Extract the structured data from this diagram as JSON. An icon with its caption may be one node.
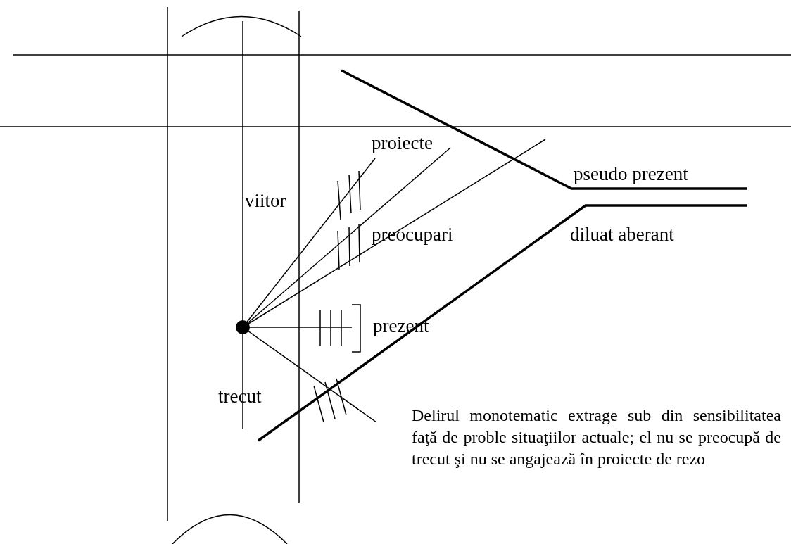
{
  "diagram": {
    "labels": [
      "proiecte",
      "pseudo prezent",
      "viitor",
      "preocupari",
      "diluat aberant",
      "prezent",
      "trecut",
      "Delirul monotematic extrage sub din sensibilitatea faţă de proble situaţiilor actuale; el nu se preocupă de trecut şi nu se angajează în proiecte de rezo"
    ]
  }
}
